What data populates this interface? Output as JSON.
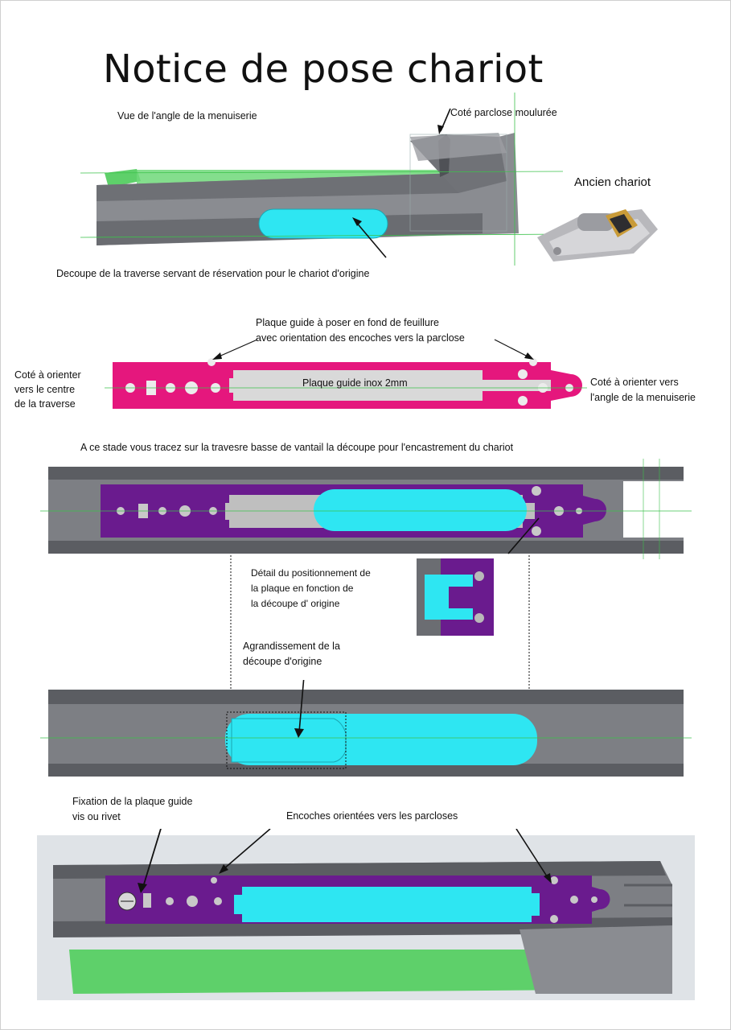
{
  "title": "Notice de pose chariot",
  "section1": {
    "view_label": "Vue de l'angle de la menuiserie",
    "side_label": "Coté parclose moulurée",
    "old_cart_label": "Ancien chariot",
    "cutout_caption": "Decoupe de la traverse servant de réservation pour le chariot d'origine"
  },
  "section2": {
    "callout_line1": "Plaque guide à poser en fond de feuillure",
    "callout_line2": "avec orientation des encoches vers la parclose",
    "left_line1": "Coté à orienter",
    "left_line2": "vers le centre",
    "left_line3": "de la traverse",
    "right_line1": "Coté à orienter vers",
    "right_line2": "l'angle de la menuiserie",
    "plate_label": "Plaque guide inox 2mm"
  },
  "section3": {
    "instruction": "A ce stade vous tracez sur la travesre basse de vantail la découpe  pour l'encastrement du chariot",
    "detail_line1": "Détail du positionnement de",
    "detail_line2": "la plaque en fonction de",
    "detail_line3": "la découpe d' origine",
    "enlarge_line1": "Agrandissement de la",
    "enlarge_line2": "découpe d'origine"
  },
  "section4": {
    "fix_line1": "Fixation  de la plaque guide",
    "fix_line2": "vis ou rivet",
    "notches_label": "Encoches orientées vers les parcloses"
  },
  "colors": {
    "profile_grey": "#7d7f84",
    "profile_dark": "#5b5d62",
    "cutout_cyan": "#2ee6f2",
    "plate_magenta": "#e5177d",
    "plate_purple": "#6a1b8e",
    "seal_green": "#5ed06a"
  }
}
